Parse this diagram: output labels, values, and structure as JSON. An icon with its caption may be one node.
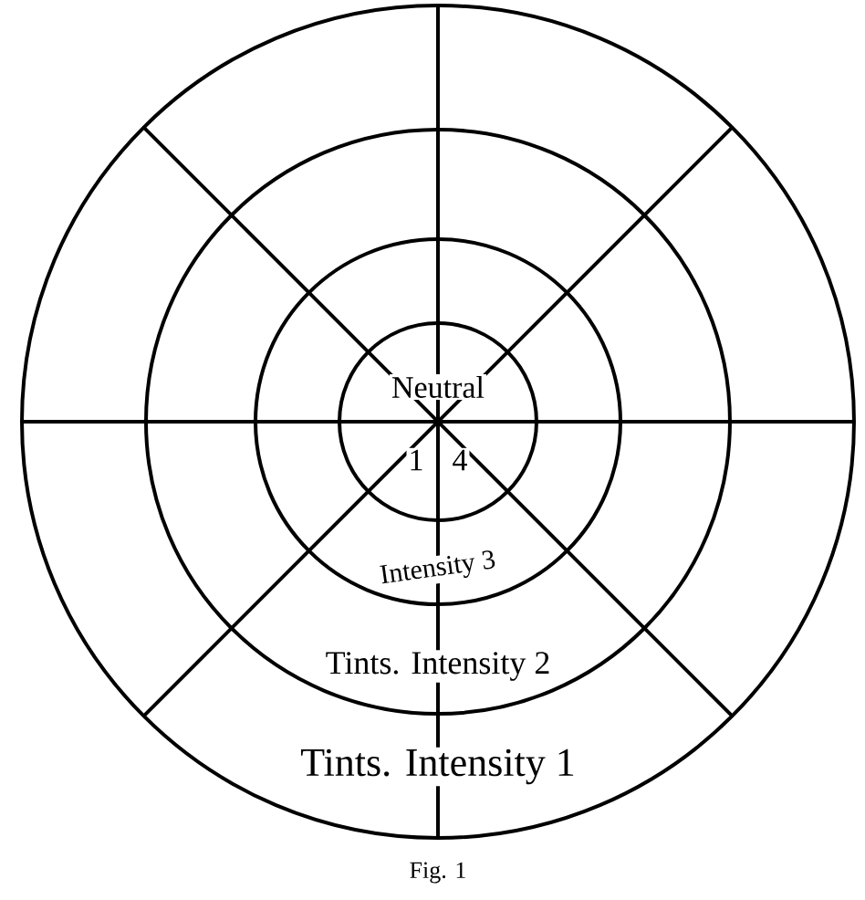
{
  "diagram": {
    "caption": "Fig. 1",
    "labels": [
      "Neutral",
      "1",
      "4",
      "Intensity 3",
      "Tints. Intensity 2",
      "Tints. Intensity 1"
    ]
  }
}
